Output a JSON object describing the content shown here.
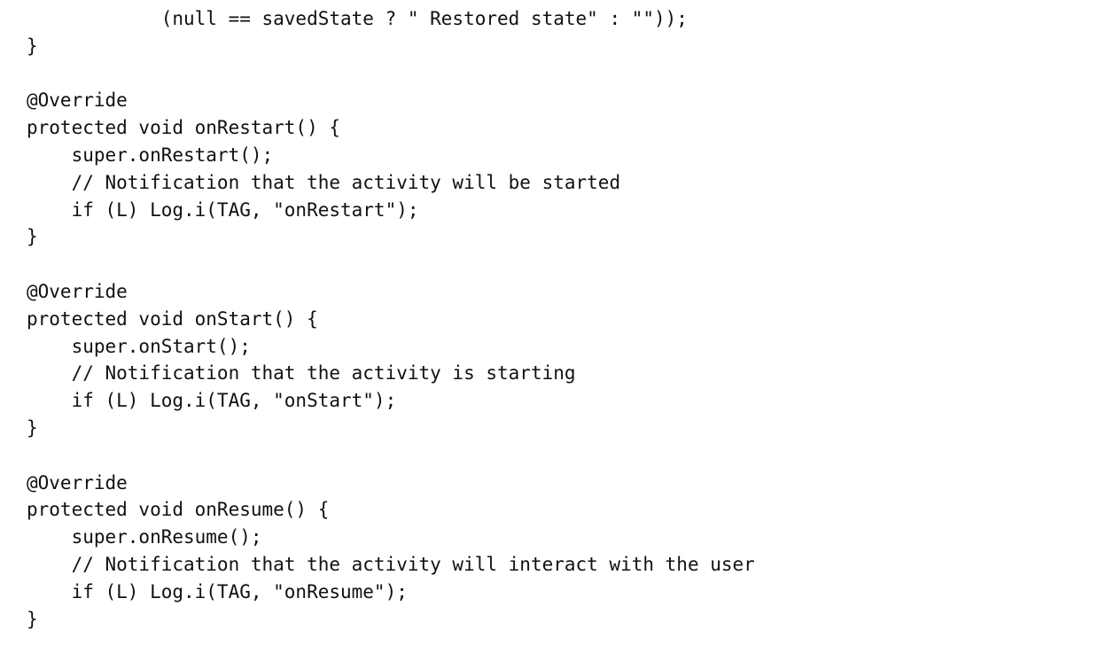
{
  "code": {
    "lines": [
      "            (null == savedState ? \" Restored state\" : \"\"));",
      "}",
      "",
      "@Override",
      "protected void onRestart() {",
      "    super.onRestart();",
      "    // Notification that the activity will be started",
      "    if (L) Log.i(TAG, \"onRestart\");",
      "}",
      "",
      "@Override",
      "protected void onStart() {",
      "    super.onStart();",
      "    // Notification that the activity is starting",
      "    if (L) Log.i(TAG, \"onStart\");",
      "}",
      "",
      "@Override",
      "protected void onResume() {",
      "    super.onResume();",
      "    // Notification that the activity will interact with the user",
      "    if (L) Log.i(TAG, \"onResume\");",
      "}"
    ]
  }
}
